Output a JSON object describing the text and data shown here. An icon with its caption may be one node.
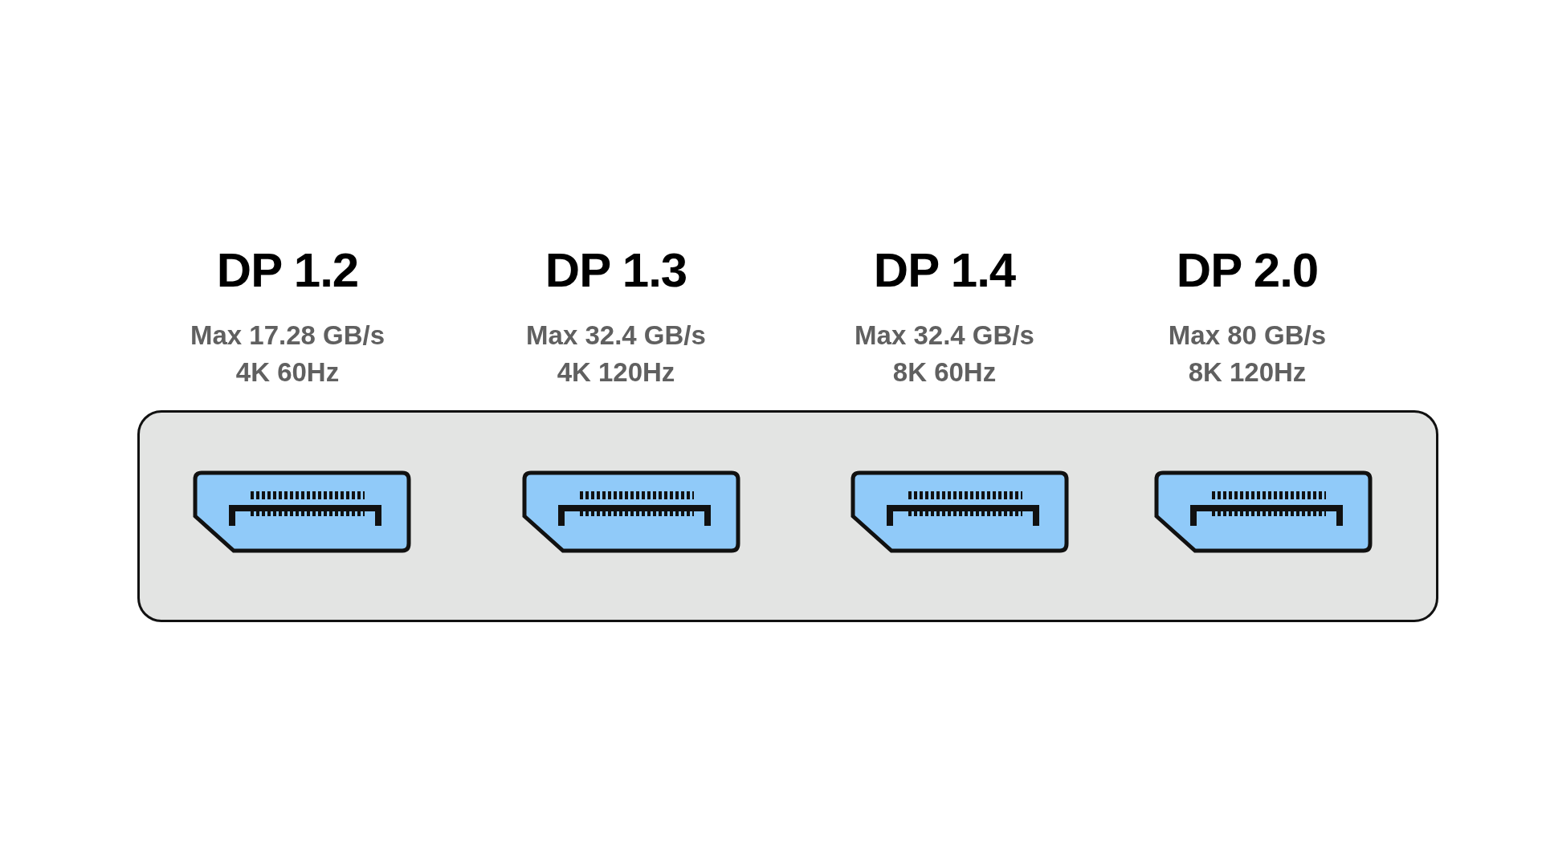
{
  "diagram": {
    "labels": [
      "DP 1.2",
      "DP 1.3",
      "DP 1.4",
      "DP 2.0",
      "Max 17.28 GB/s",
      "Max 32.4 GB/s",
      "Max 32.4 GB/s",
      "Max 80 GB/s",
      "4K 60Hz",
      "4K 120Hz",
      "8K 60Hz",
      "8K 120Hz"
    ]
  }
}
